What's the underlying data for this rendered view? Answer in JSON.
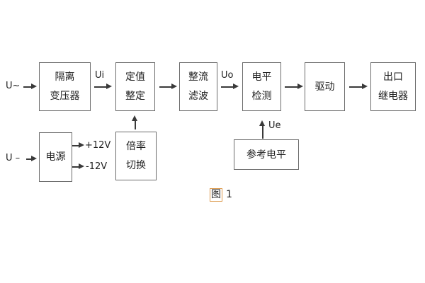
{
  "figure": {
    "caption_prefix": "图",
    "caption_number": "1"
  },
  "colors": {
    "background": "#ffffff",
    "line": "#3a3a3a",
    "box_border": "#6b6b6b",
    "text": "#1f1f1f",
    "caption_highlight": "#dd9a4d"
  },
  "labels": {
    "input_ac": "U~",
    "input_dc": "U –",
    "signal_ui": "Ui",
    "signal_uo": "Uo",
    "signal_ue": "Ue",
    "rail_pos": "+12V",
    "rail_neg": "-12V"
  },
  "boxes": {
    "isolation_transformer": {
      "line1": "隔离",
      "line2": "变压器"
    },
    "setpoint_adjust": {
      "line1": "定值",
      "line2": "整定"
    },
    "rectifier_filter": {
      "line1": "整流",
      "line2": "滤波"
    },
    "level_detect": {
      "line1": "电平",
      "line2": "检测"
    },
    "drive": {
      "line1": "驱动"
    },
    "output_relay": {
      "line1": "出口",
      "line2": "继电器"
    },
    "power_supply": {
      "line1": "电源"
    },
    "ratio_switch": {
      "line1": "倍率",
      "line2": "切换"
    },
    "reference_level": {
      "line1": "参考电平"
    }
  }
}
